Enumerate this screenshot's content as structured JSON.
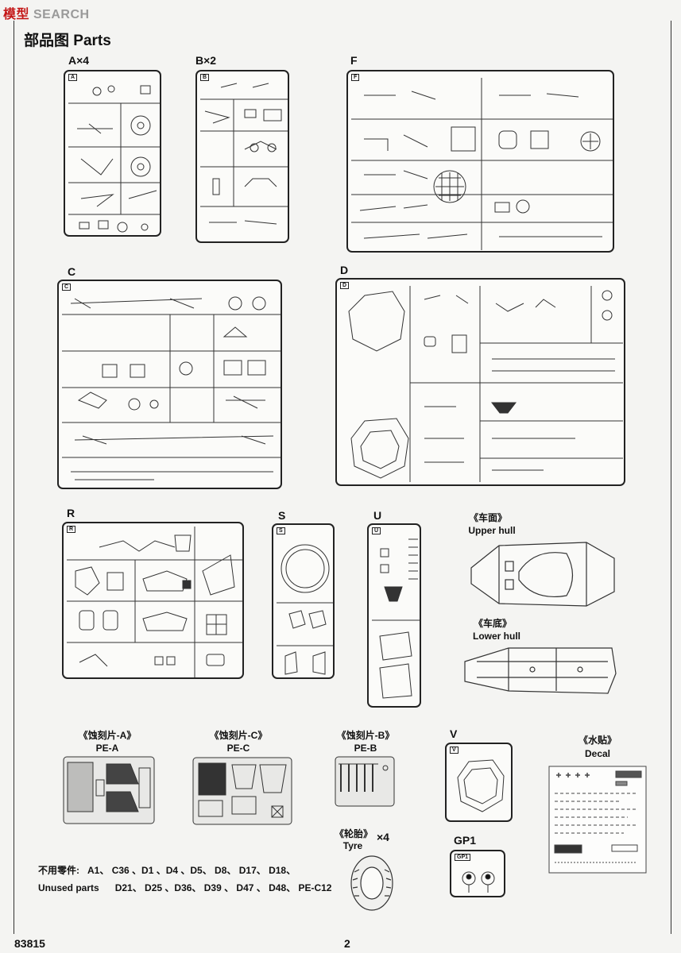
{
  "watermark": {
    "pre": "",
    "hl": "模",
    "post": "SEARCH",
    "hl2": "型"
  },
  "header": {
    "title": "部品图  Parts"
  },
  "sprues": {
    "A": {
      "label": "A×4",
      "tag": "A"
    },
    "B": {
      "label": "B×2",
      "tag": "B"
    },
    "F": {
      "label": "F",
      "tag": "F"
    },
    "C": {
      "label": "C",
      "tag": "C"
    },
    "D": {
      "label": "D",
      "tag": "D"
    },
    "R": {
      "label": "R",
      "tag": "R"
    },
    "S": {
      "label": "S",
      "tag": "S"
    },
    "U": {
      "label": "U",
      "tag": "U"
    },
    "V": {
      "label": "V",
      "tag": "V"
    },
    "GP1": {
      "label": "GP1",
      "tag": "GP1"
    }
  },
  "hulls": {
    "upper_cn": "《车面》",
    "upper_en": "Upper hull",
    "lower_cn": "《车底》",
    "lower_en": "Lower hull"
  },
  "photo_etch": {
    "a_cn": "《蚀刻片-A》",
    "a_en": "PE-A",
    "c_cn": "《蚀刻片-C》",
    "c_en": "PE-C",
    "b_cn": "《蚀刻片-B》",
    "b_en": "PE-B"
  },
  "decal": {
    "cn": "《水贴》",
    "en": "Decal"
  },
  "tyre": {
    "cn": "《轮胎》",
    "en": "Tyre",
    "qty": "×4"
  },
  "unused": {
    "cn": "不用零件:",
    "en": "Unused parts",
    "line1": "A1、 C36 、D1 、D4 、D5、 D8、 D17、 D18、",
    "line2": "D21、 D25 、D36、 D39 、 D47 、 D48、 PE-C12"
  },
  "footer": {
    "code": "83815",
    "page": "2"
  }
}
